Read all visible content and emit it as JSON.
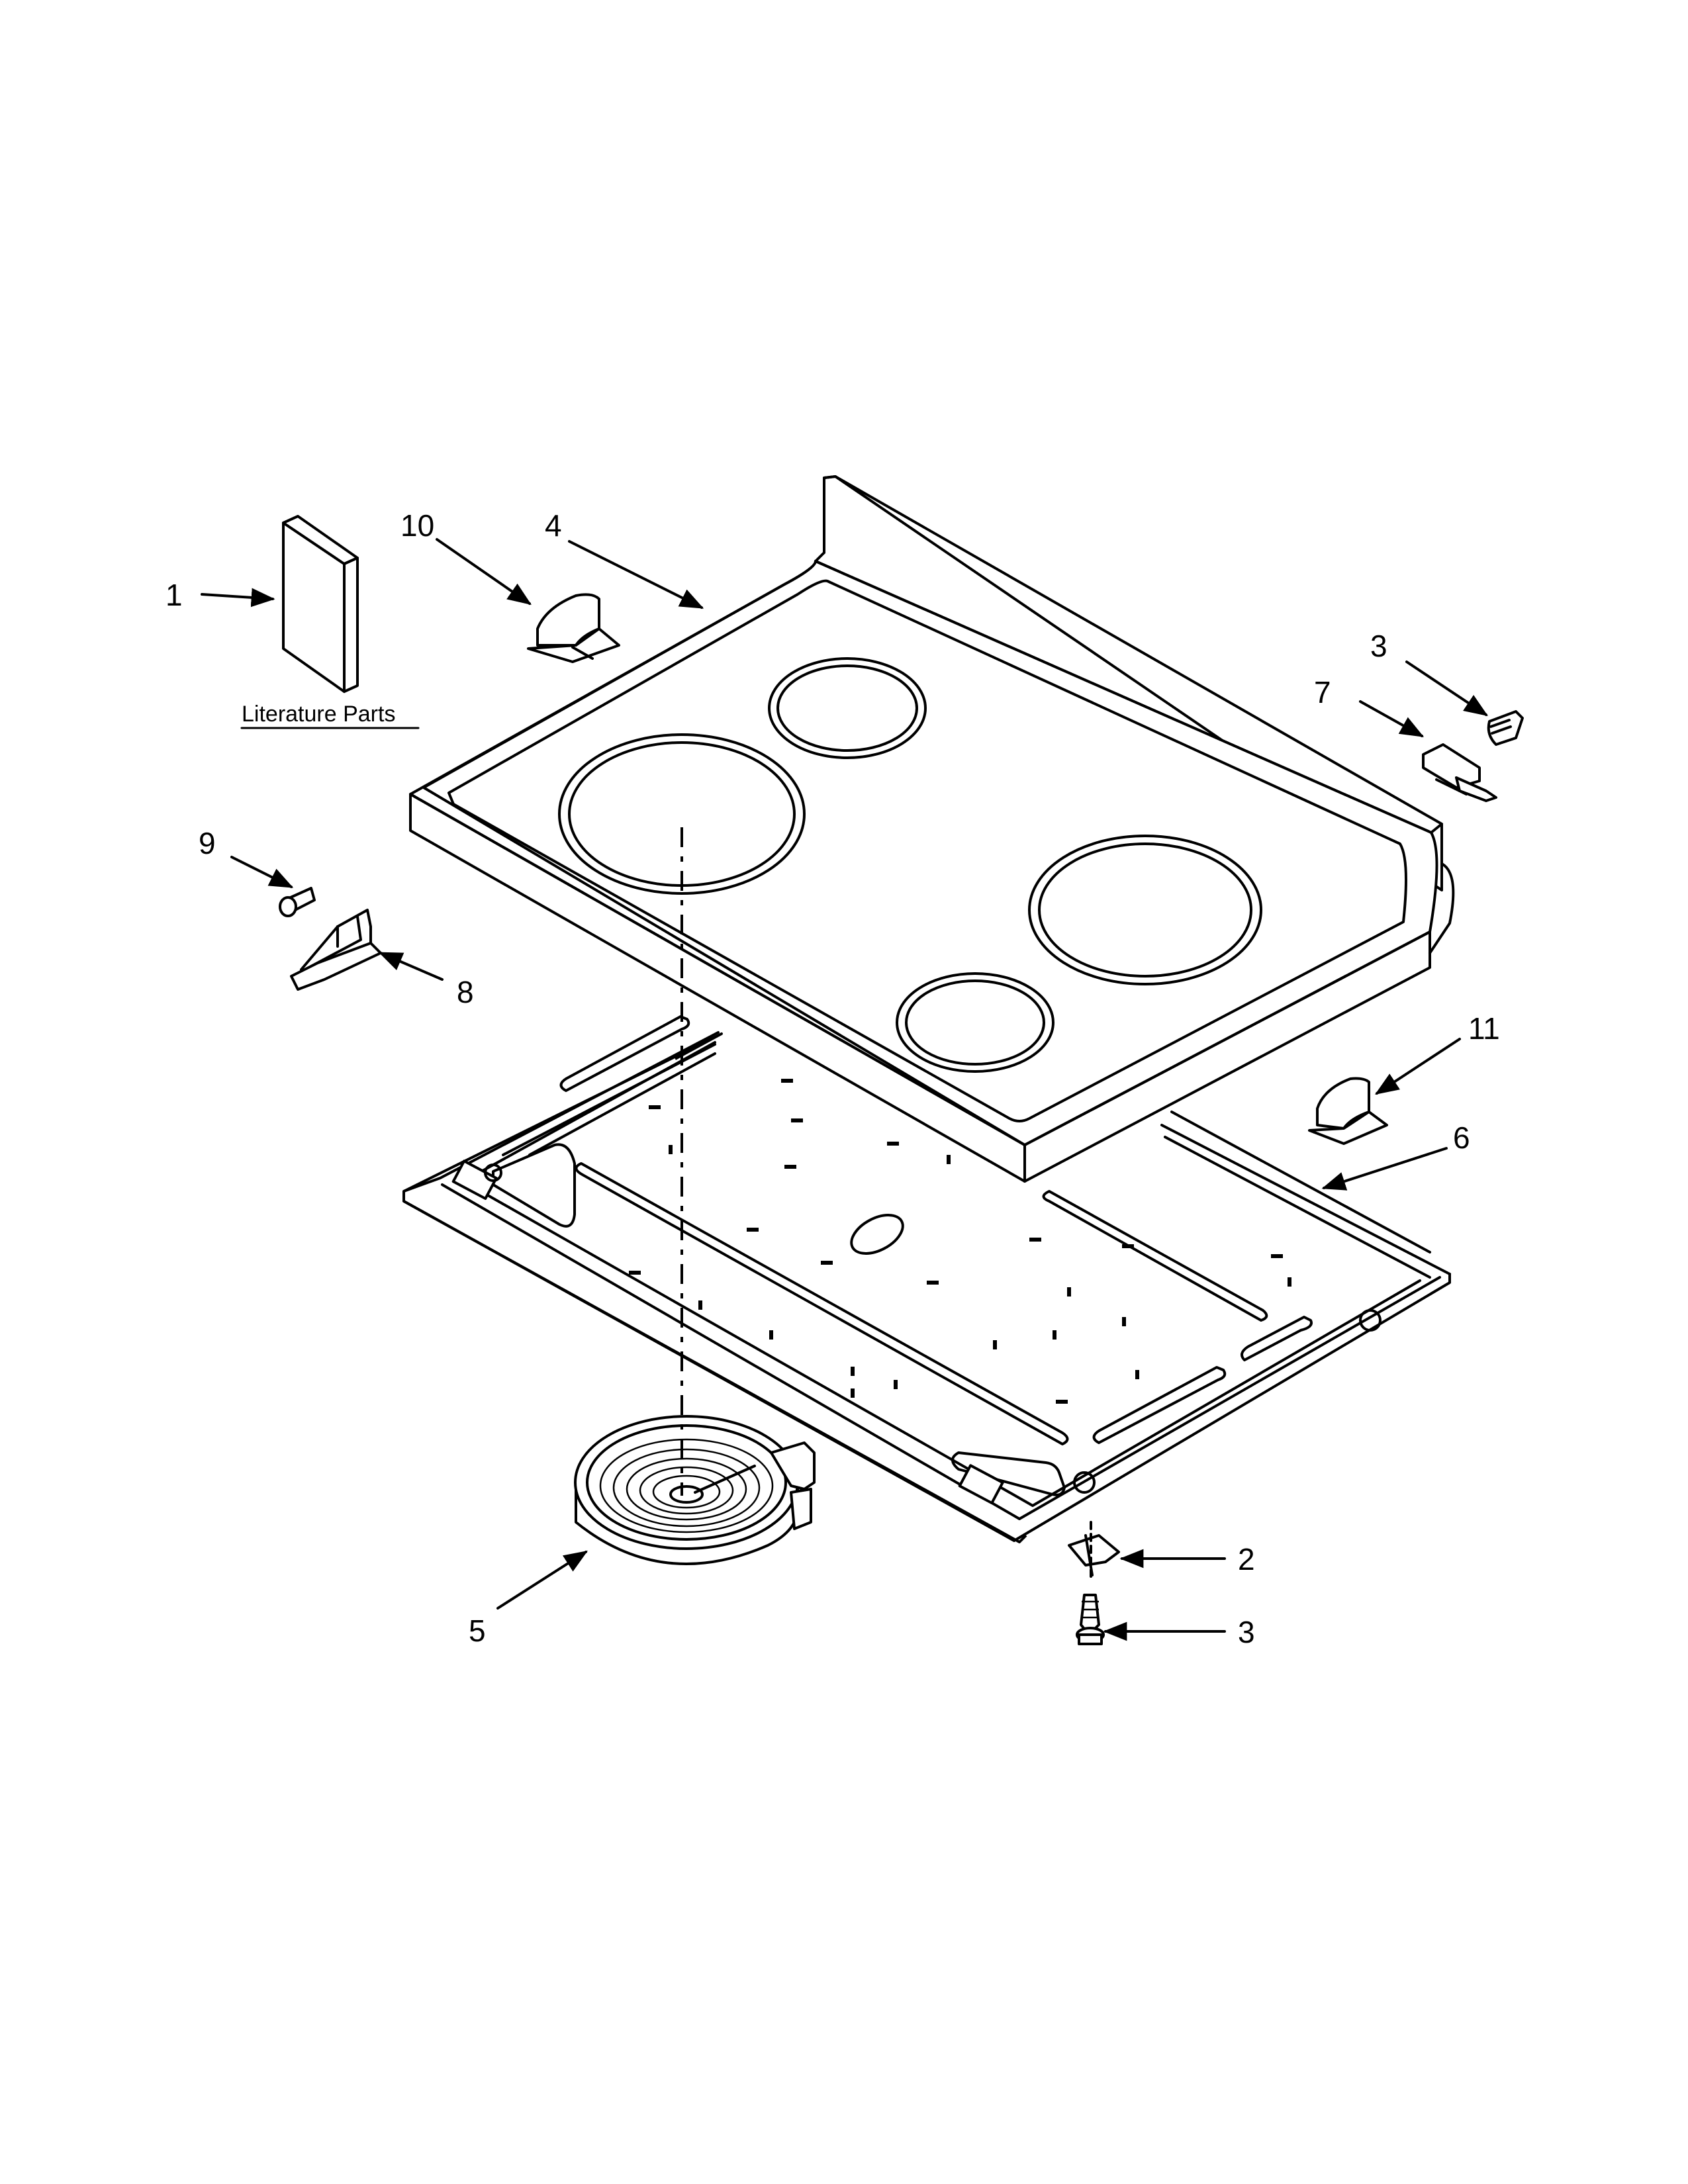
{
  "literature_label": "Literature Parts",
  "callouts": {
    "c1": "1",
    "c2": "2",
    "c3a": "3",
    "c3b": "3",
    "c4": "4",
    "c5": "5",
    "c6": "6",
    "c7": "7",
    "c8": "8",
    "c9": "9",
    "c10": "10",
    "c11": "11"
  }
}
